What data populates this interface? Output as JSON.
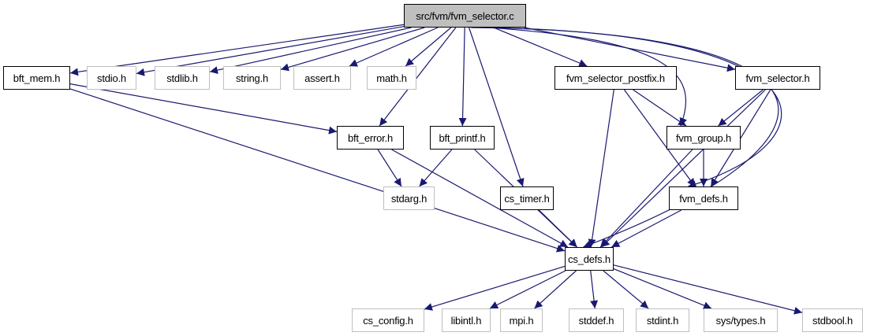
{
  "title": "src/fvm/fvm_selector.c",
  "colors": {
    "edge": "#191970",
    "root_fill": "#bfbfbf",
    "documented_border": "#000000",
    "external_border": "#bfbfbf"
  },
  "nodes": [
    {
      "id": "root",
      "label": "src/fvm/fvm_selector.c",
      "kind": "root"
    },
    {
      "id": "bft_mem",
      "label": "bft_mem.h",
      "kind": "doc"
    },
    {
      "id": "stdio",
      "label": "stdio.h",
      "kind": "ext"
    },
    {
      "id": "stdlib",
      "label": "stdlib.h",
      "kind": "ext"
    },
    {
      "id": "string",
      "label": "string.h",
      "kind": "ext"
    },
    {
      "id": "assert",
      "label": "assert.h",
      "kind": "ext"
    },
    {
      "id": "math",
      "label": "math.h",
      "kind": "ext"
    },
    {
      "id": "fvm_selector_postfix",
      "label": "fvm_selector_postfix.h",
      "kind": "doc"
    },
    {
      "id": "fvm_selector",
      "label": "fvm_selector.h",
      "kind": "doc"
    },
    {
      "id": "bft_error",
      "label": "bft_error.h",
      "kind": "doc"
    },
    {
      "id": "bft_printf",
      "label": "bft_printf.h",
      "kind": "doc"
    },
    {
      "id": "fvm_group",
      "label": "fvm_group.h",
      "kind": "doc"
    },
    {
      "id": "stdarg",
      "label": "stdarg.h",
      "kind": "ext"
    },
    {
      "id": "cs_timer",
      "label": "cs_timer.h",
      "kind": "doc"
    },
    {
      "id": "fvm_defs",
      "label": "fvm_defs.h",
      "kind": "doc"
    },
    {
      "id": "cs_defs",
      "label": "cs_defs.h",
      "kind": "doc"
    },
    {
      "id": "cs_config",
      "label": "cs_config.h",
      "kind": "ext"
    },
    {
      "id": "libintl",
      "label": "libintl.h",
      "kind": "ext"
    },
    {
      "id": "mpi",
      "label": "mpi.h",
      "kind": "ext"
    },
    {
      "id": "stddef",
      "label": "stddef.h",
      "kind": "ext"
    },
    {
      "id": "stdint",
      "label": "stdint.h",
      "kind": "ext"
    },
    {
      "id": "sys_types",
      "label": "sys/types.h",
      "kind": "ext"
    },
    {
      "id": "stdbool",
      "label": "stdbool.h",
      "kind": "ext"
    }
  ],
  "edges": [
    [
      "root",
      "bft_mem"
    ],
    [
      "root",
      "stdio"
    ],
    [
      "root",
      "stdlib"
    ],
    [
      "root",
      "string"
    ],
    [
      "root",
      "assert"
    ],
    [
      "root",
      "math"
    ],
    [
      "root",
      "bft_error"
    ],
    [
      "root",
      "bft_printf"
    ],
    [
      "root",
      "cs_timer"
    ],
    [
      "root",
      "fvm_selector_postfix"
    ],
    [
      "root",
      "fvm_selector"
    ],
    [
      "root",
      "fvm_group"
    ],
    [
      "root",
      "fvm_defs"
    ],
    [
      "root",
      "cs_defs"
    ],
    [
      "bft_mem",
      "bft_error"
    ],
    [
      "bft_mem",
      "cs_defs"
    ],
    [
      "bft_error",
      "stdarg"
    ],
    [
      "bft_error",
      "cs_defs"
    ],
    [
      "bft_printf",
      "stdarg"
    ],
    [
      "bft_printf",
      "cs_defs"
    ],
    [
      "cs_timer",
      "cs_defs"
    ],
    [
      "fvm_selector_postfix",
      "fvm_group"
    ],
    [
      "fvm_selector_postfix",
      "fvm_defs"
    ],
    [
      "fvm_selector_postfix",
      "cs_defs"
    ],
    [
      "fvm_selector",
      "fvm_group"
    ],
    [
      "fvm_selector",
      "fvm_defs"
    ],
    [
      "fvm_selector",
      "cs_defs"
    ],
    [
      "fvm_group",
      "fvm_defs"
    ],
    [
      "fvm_group",
      "cs_defs"
    ],
    [
      "fvm_defs",
      "cs_defs"
    ],
    [
      "cs_defs",
      "cs_config"
    ],
    [
      "cs_defs",
      "libintl"
    ],
    [
      "cs_defs",
      "mpi"
    ],
    [
      "cs_defs",
      "stddef"
    ],
    [
      "cs_defs",
      "stdint"
    ],
    [
      "cs_defs",
      "sys_types"
    ],
    [
      "cs_defs",
      "stdbool"
    ]
  ]
}
